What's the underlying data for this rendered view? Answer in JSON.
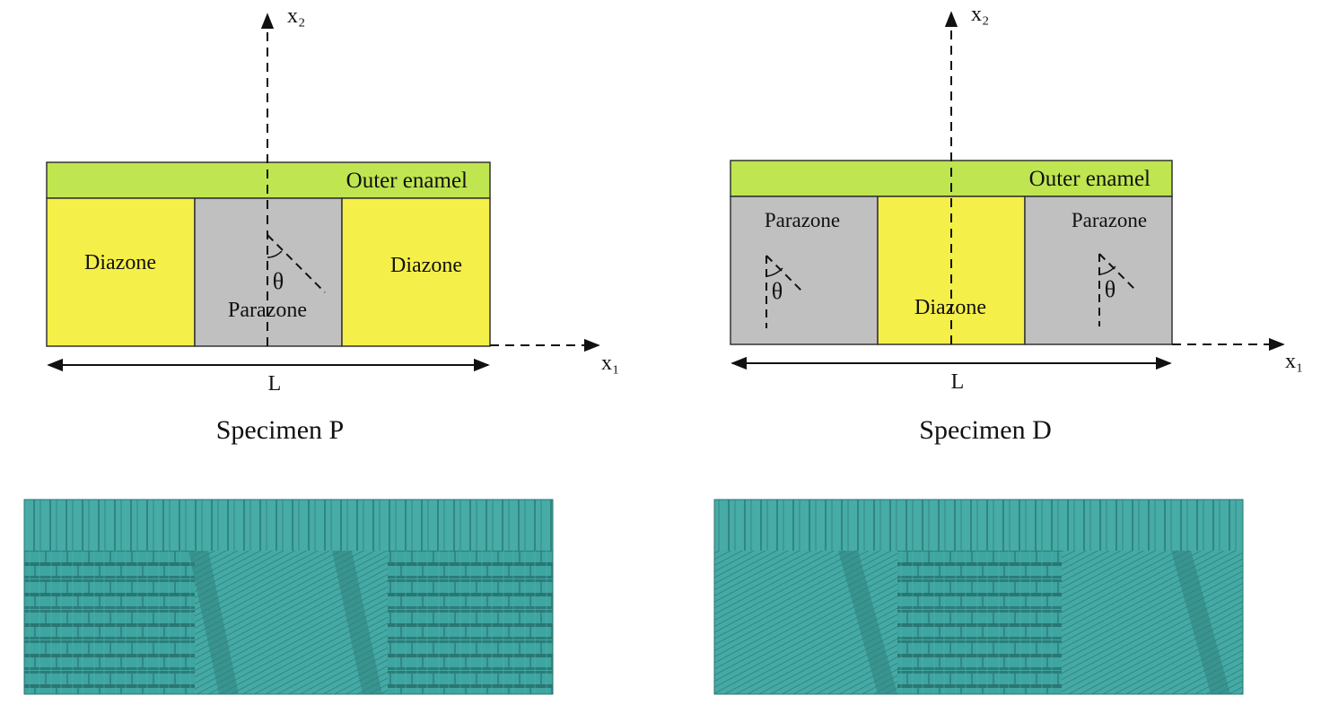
{
  "colors": {
    "enamel": "#bfe650",
    "diazone": "#f5ef4a",
    "parazone": "#c0c0c0",
    "mesh_base": "#3a9e9a",
    "mesh_line": "#1f6f6c"
  },
  "specimens": [
    {
      "caption": "Specimen P",
      "enamel_label": "Outer enamel",
      "zones": [
        {
          "kind": "diazone",
          "label": "Diazone"
        },
        {
          "kind": "parazone",
          "label": "Parazone"
        },
        {
          "kind": "diazone",
          "label": "Diazone"
        }
      ],
      "theta": "θ",
      "axis_x": "x₁",
      "axis_y": "x₂",
      "length": "L"
    },
    {
      "caption": "Specimen D",
      "enamel_label": "Outer enamel",
      "zones": [
        {
          "kind": "parazone",
          "label": "Parazone"
        },
        {
          "kind": "diazone",
          "label": "Diazone"
        },
        {
          "kind": "parazone",
          "label": "Parazone"
        }
      ],
      "theta": "θ",
      "axis_x": "x₁",
      "axis_y": "x₂",
      "length": "L"
    }
  ]
}
